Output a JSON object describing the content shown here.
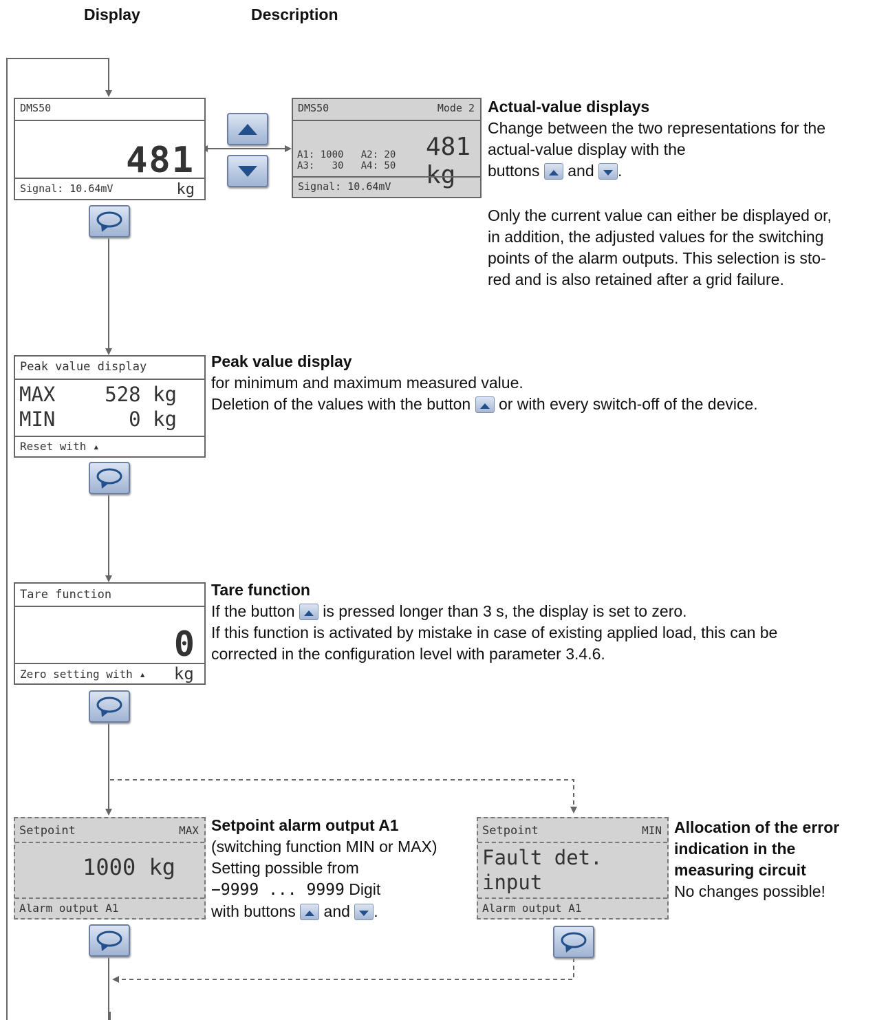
{
  "headers": {
    "display": "Display",
    "description": "Description"
  },
  "lcd1": {
    "top": "DMS50",
    "value": "481",
    "unit": "kg",
    "bottom": "Signal: 10.64mV"
  },
  "lcd2": {
    "top_left": "DMS50",
    "top_right": "Mode 2",
    "value": "481",
    "unit": "kg",
    "row1": "A1: 1000   A2: 20",
    "row2": "A3:   30   A4: 50",
    "bottom": "Signal: 10.64mV"
  },
  "actual": {
    "title": "Actual-value displays",
    "line1": "Change between the two representations for the",
    "line2": "actual-value display with the",
    "line3_a": "buttons",
    "line3_b": "and",
    "line3_c": ".",
    "para2_l1": "Only the current value can either be displayed or,",
    "para2_l2": "in addition, the adjusted values for the switching",
    "para2_l3": "points of the alarm outputs. This selection is sto-",
    "para2_l4": "red and is also retained after a grid failure."
  },
  "lcd3": {
    "top": "Peak value display",
    "max_label": "MAX",
    "max_value": "528 kg",
    "min_label": "MIN",
    "min_value": "0 kg",
    "bottom": "Reset with ▴"
  },
  "peak": {
    "title": "Peak value display",
    "line1": "for minimum and maximum measured value.",
    "line2_a": "Deletion of the values with the button",
    "line2_b": "or with every switch-off of the device."
  },
  "lcd4": {
    "top": "Tare function",
    "value": "0",
    "unit": "kg",
    "bottom": "Zero setting with ▴"
  },
  "tare": {
    "title": "Tare function",
    "line1_a": "If the button",
    "line1_b": "is pressed longer than 3 s, the display is set to zero.",
    "line2": "If this function is activated by mistake in case of existing applied load, this can be",
    "line3": "corrected in the configuration level with parameter 3.4.6."
  },
  "lcd5": {
    "top_left": "Setpoint",
    "top_right": "MAX",
    "value": "1000 kg",
    "bottom": "Alarm output A1"
  },
  "setpoint": {
    "title": "Setpoint alarm output A1",
    "line1": "(switching function MIN or MAX)",
    "line2": "Setting possible from",
    "line3_range": "−9999 ... 9999",
    "line3_unit": " Digit",
    "line4_a": "with buttons",
    "line4_b": "and",
    "line4_c": "."
  },
  "lcd6": {
    "top_left": "Setpoint",
    "top_right": "MIN",
    "line1": "Fault det.",
    "line2": "input",
    "bottom": "Alarm output A1"
  },
  "allocation": {
    "title_l1": "Allocation of the error",
    "title_l2": "indication in the",
    "title_l3": "measuring circuit",
    "line1": "No changes possible!"
  },
  "colors": {
    "button_fill": "#b8c7e0",
    "arrow_color": "#23508a",
    "line_color": "#666666",
    "lcd_gray": "#d3d3d3"
  },
  "icons": [
    "up-arrow-icon",
    "down-arrow-icon",
    "cycle-icon"
  ]
}
